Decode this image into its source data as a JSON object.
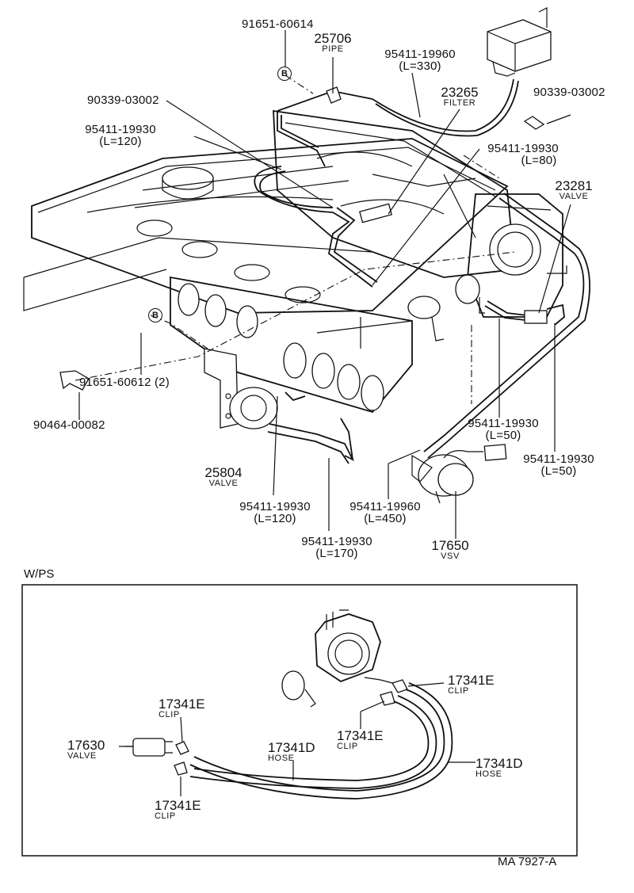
{
  "labels": {
    "p91651_60614": "91651-60614",
    "p25706": "25706",
    "p25706_sub": "PIPE",
    "p95411_19960_top": "95411-19960",
    "p95411_19960_top_len": "(L=330)",
    "p90339_left": "90339-03002",
    "p23265": "23265",
    "p23265_sub": "FILTER",
    "p90339_right": "90339-03002",
    "p95411_19930_a": "95411-19930",
    "p95411_19930_a_len": "(L=120)",
    "p95411_19930_b": "95411-19930",
    "p95411_19930_b_len": "(L=80)",
    "p23281": "23281",
    "p23281_sub": "VALVE",
    "p91651_60612": "91651-60612 (2)",
    "p90464": "90464-00082",
    "p95411_19930_c": "95411-19930",
    "p95411_19930_c_len": "(L=50)",
    "p95411_19930_d": "95411-19930",
    "p95411_19930_d_len": "(L=50)",
    "p25804": "25804",
    "p25804_sub": "VALVE",
    "p95411_19930_e": "95411-19930",
    "p95411_19930_e_len": "(L=120)",
    "p95411_19960_bot": "95411-19960",
    "p95411_19960_bot_len": "(L=450)",
    "p95411_19930_f": "95411-19930",
    "p95411_19930_f_len": "(L=170)",
    "p17650": "17650",
    "p17650_sub": "VSV",
    "b_marker": "B"
  },
  "inset": {
    "title": "W/PS",
    "p17341E_a": "17341E",
    "p17341E_a_sub": "CLIP",
    "p17341E_b": "17341E",
    "p17341E_b_sub": "CLIP",
    "p17341E_c": "17341E",
    "p17341E_c_sub": "CLIP",
    "p17341E_d": "17341E",
    "p17341E_d_sub": "CLIP",
    "p17630": "17630",
    "p17630_sub": "VALVE",
    "p17341D_a": "17341D",
    "p17341D_a_sub": "HOSE",
    "p17341D_b": "17341D",
    "p17341D_b_sub": "HOSE"
  },
  "footer": {
    "code": "MA 7927-A"
  }
}
